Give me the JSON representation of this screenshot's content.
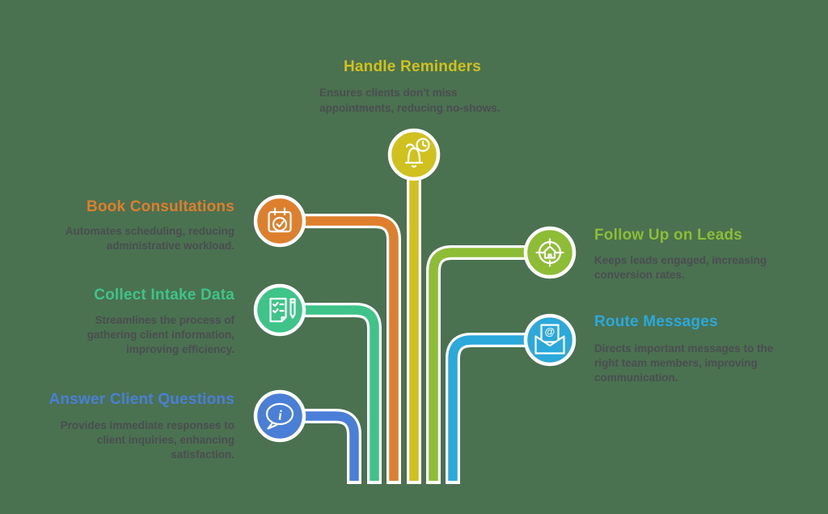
{
  "background_color": "#4a7150",
  "description_text_color": "#4b4e51",
  "items": [
    {
      "id": "handle-reminders",
      "title": "Handle Reminders",
      "color": "#d0c11e",
      "icon": "bell-clock-icon",
      "desc_lines": [
        "Ensures clients don't miss",
        "appointments, reducing no-shows."
      ],
      "description": "Ensures clients don't miss appointments, reducing no-shows."
    },
    {
      "id": "book-consultations",
      "title": "Book Consultations",
      "color": "#de7f2d",
      "icon": "calendar-check-icon",
      "desc_lines": [
        "Automates scheduling, reducing",
        "administrative workload."
      ],
      "description": "Automates scheduling, reducing administrative workload."
    },
    {
      "id": "collect-intake-data",
      "title": "Collect Intake Data",
      "color": "#3ec488",
      "icon": "checklist-pen-icon",
      "desc_lines": [
        "Streamlines the process of",
        "gathering client information,",
        "improving efficiency."
      ],
      "description": "Streamlines the process of gathering client information, improving efficiency."
    },
    {
      "id": "answer-client-questions",
      "title": "Answer Client Questions",
      "color": "#4a7fd8",
      "icon": "speech-bubble-info-icon",
      "desc_lines": [
        "Provides immediate responses to",
        "client inquiries, enhancing",
        "satisfaction."
      ],
      "description": "Provides immediate responses to client inquiries, enhancing satisfaction."
    },
    {
      "id": "follow-up-on-leads",
      "title": "Follow Up on Leads",
      "color": "#8dbd35",
      "icon": "target-house-icon",
      "desc_lines": [
        "Keeps leads engaged, increasing",
        "conversion rates."
      ],
      "description": "Keeps leads engaged, increasing conversion rates."
    },
    {
      "id": "route-messages",
      "title": "Route Messages",
      "color": "#2aa9da",
      "icon": "envelope-at-icon",
      "desc_lines": [
        "Directs important messages to the",
        "right team members, improving",
        "communication."
      ],
      "description": "Directs important messages to the right team members, improving communication."
    }
  ]
}
